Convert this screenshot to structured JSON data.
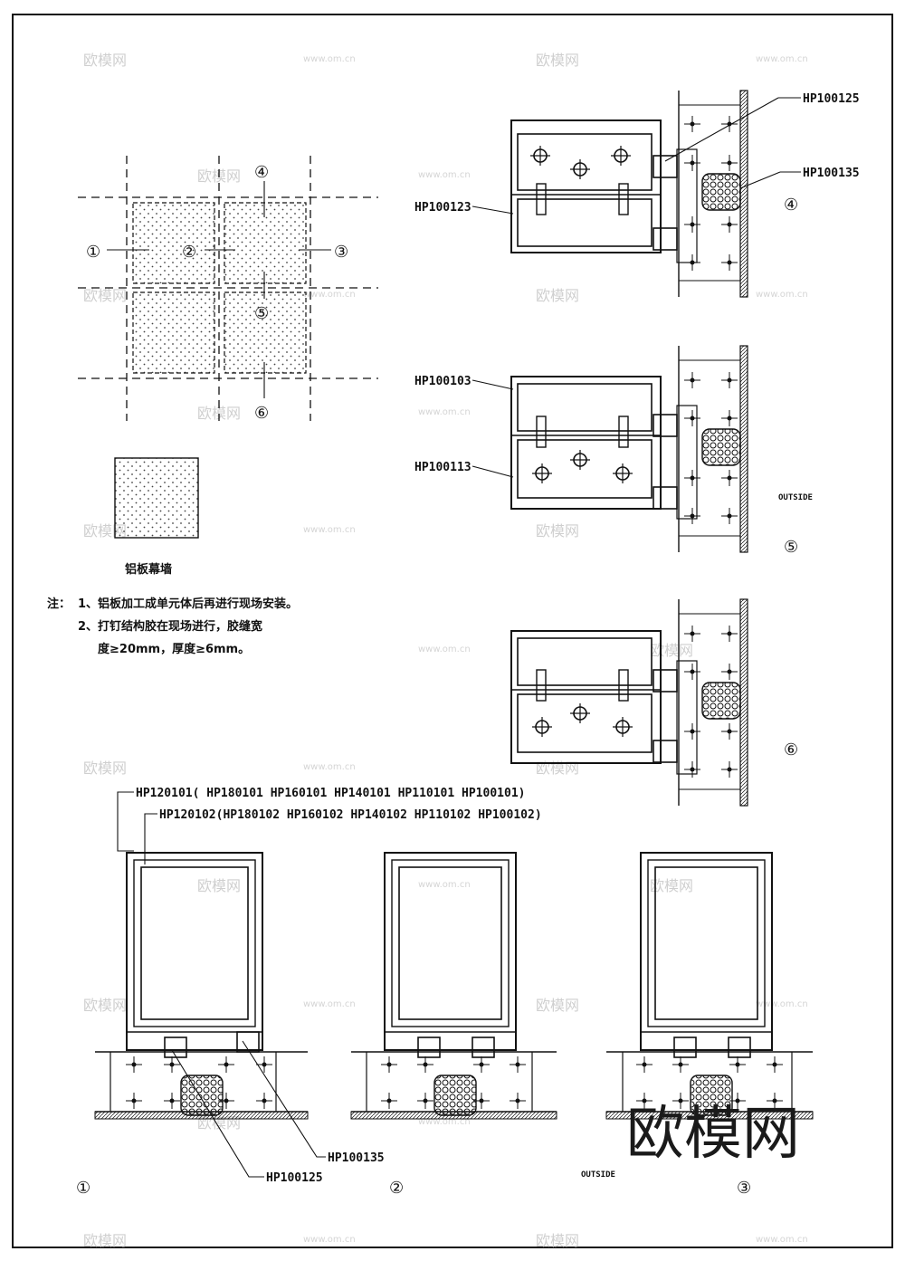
{
  "drawing": {
    "border_color": "#000000",
    "watermark_color": "#cfcfcf",
    "plan": {
      "markers": [
        {
          "id": "m1",
          "text": "①"
        },
        {
          "id": "m2",
          "text": "②"
        },
        {
          "id": "m3",
          "text": "③"
        },
        {
          "id": "m4",
          "text": "④"
        },
        {
          "id": "m5",
          "text": "⑤"
        },
        {
          "id": "m6",
          "text": "⑥"
        }
      ],
      "legend_label": "铝板幕墙"
    },
    "notes": {
      "prefix": "注：",
      "line1": "1、铝板加工成单元体后再进行现场安装。",
      "line2": "2、打钉结构胶在现场进行，胶缝宽",
      "line3": "度≥20mm，厚度≥6mm。"
    },
    "detail4": {
      "marker": "④",
      "labels": {
        "a": "HP100125",
        "b": "HP100135",
        "c": "HP100123"
      }
    },
    "detail5": {
      "marker": "⑤",
      "labels": {
        "a": "HP100103",
        "b": "HP100113"
      },
      "outside": "OUTSIDE"
    },
    "detail6": {
      "marker": "⑥"
    },
    "bottom": {
      "label_top1": "HP120101( HP180101 HP160101 HP140101 HP110101 HP100101)",
      "label_top2": "HP120102(HP180102 HP160102 HP140102 HP110102 HP100102)",
      "label_b1": "HP100135",
      "label_b2": "HP100125",
      "outside": "OUTSIDE",
      "markers": [
        {
          "id": "b1",
          "text": "①"
        },
        {
          "id": "b2",
          "text": "②"
        },
        {
          "id": "b3",
          "text": "③"
        }
      ]
    },
    "watermark": {
      "logo_text": "欧模网",
      "url_text": "www.om.cn",
      "big_logo": "欧模网"
    }
  }
}
